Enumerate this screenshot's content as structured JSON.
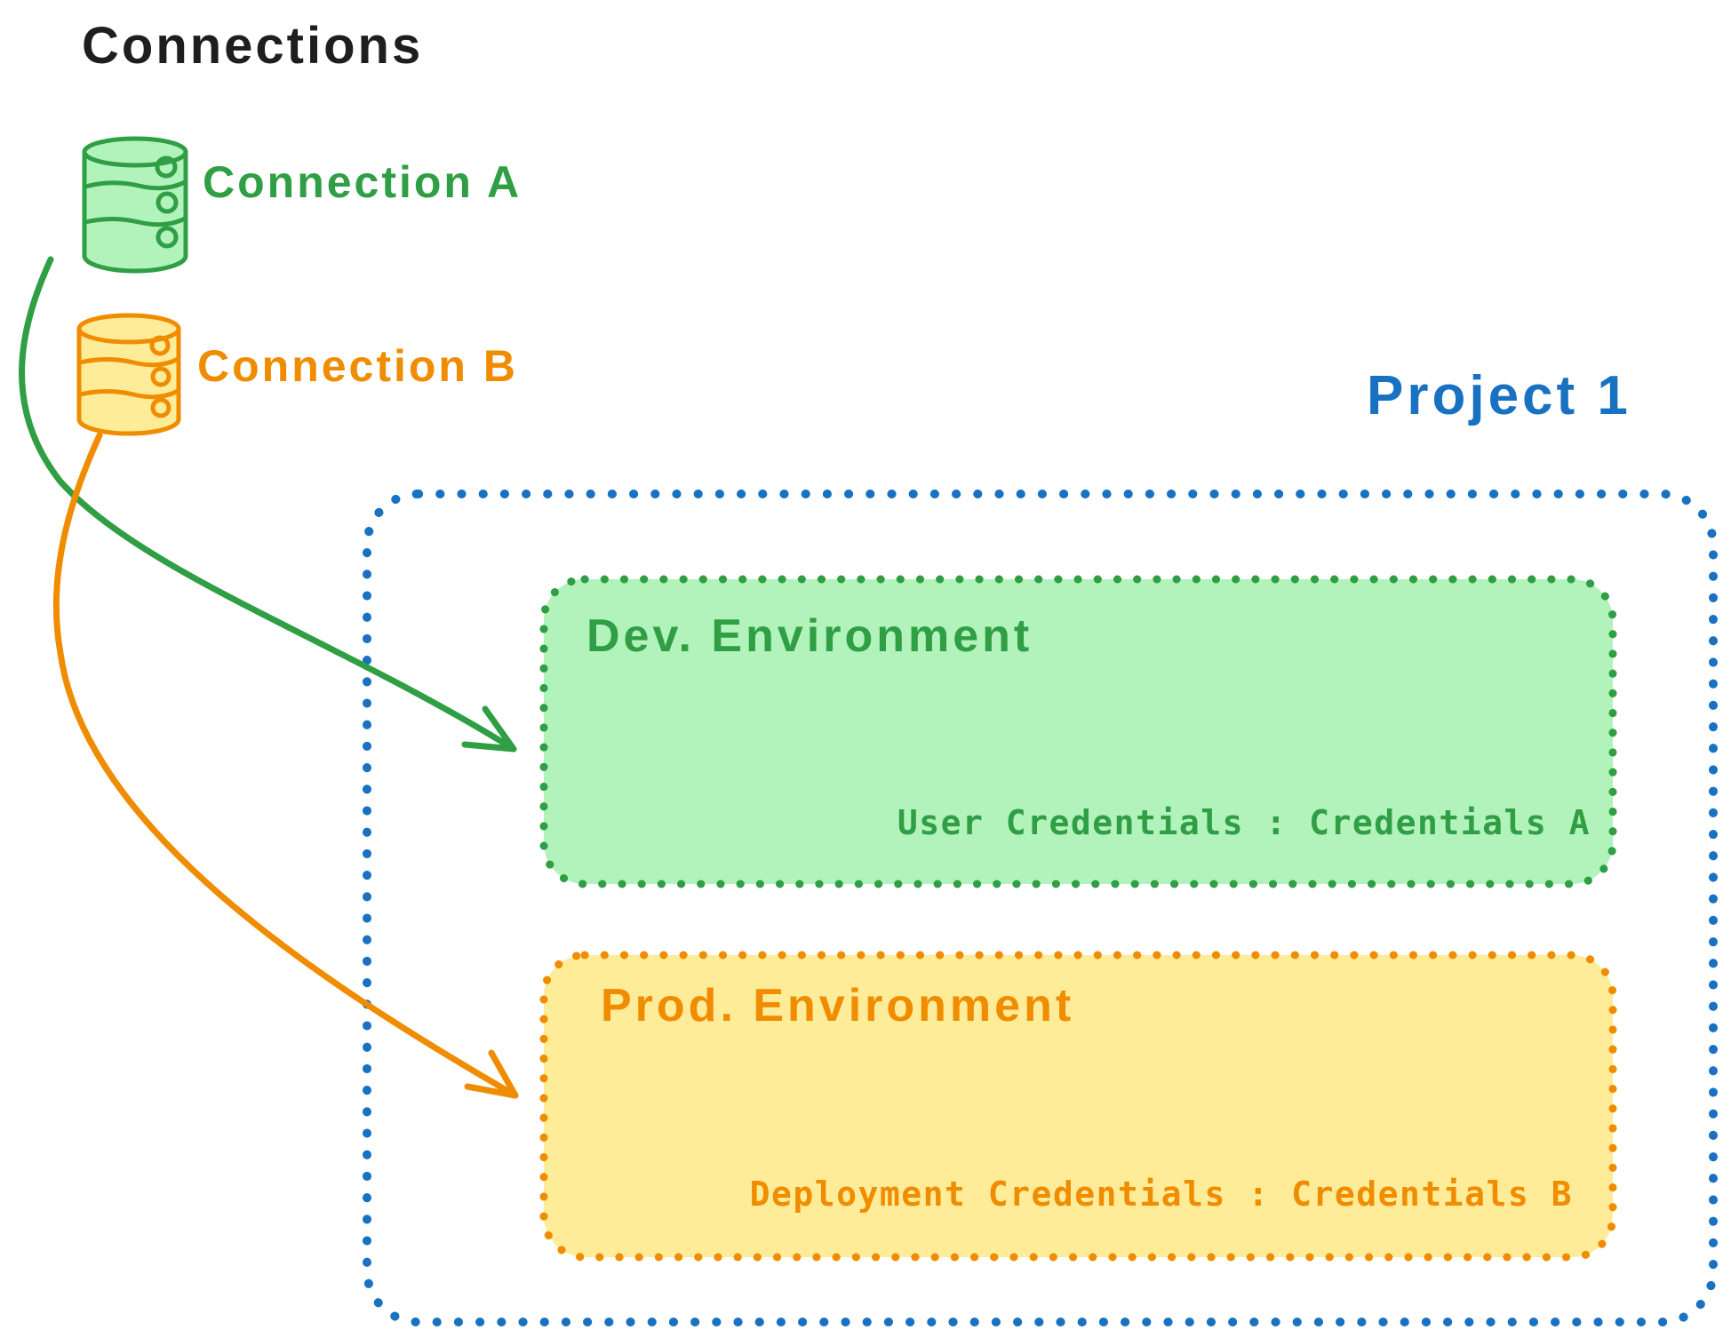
{
  "header": {
    "title": "Connections"
  },
  "colors": {
    "black": "#1e1e1e",
    "green": "#2f9e44",
    "green_fill": "#b2f2bb",
    "orange": "#f08c00",
    "orange_fill": "#ffec99",
    "blue": "#1971c2",
    "background": "#ffffff"
  },
  "connections": {
    "a": {
      "label": "Connection A",
      "icon": "database-icon",
      "color": "#2f9e44"
    },
    "b": {
      "label": "Connection B",
      "icon": "database-icon",
      "color": "#f08c00"
    }
  },
  "project": {
    "title": "Project 1",
    "color": "#1971c2",
    "environments": {
      "dev": {
        "name": "Dev. Environment",
        "credentials": "User Credentials : Credentials A",
        "stroke": "#2f9e44",
        "fill": "#b2f2bb"
      },
      "prod": {
        "name": "Prod. Environment",
        "credentials": "Deployment Credentials : Credentials B",
        "stroke": "#f08c00",
        "fill": "#ffec99"
      }
    }
  },
  "arrows": {
    "a_to_dev": {
      "name": "connection-a-to-dev-environment",
      "color": "#2f9e44"
    },
    "b_to_prod": {
      "name": "connection-b-to-prod-environment",
      "color": "#f08c00"
    }
  }
}
